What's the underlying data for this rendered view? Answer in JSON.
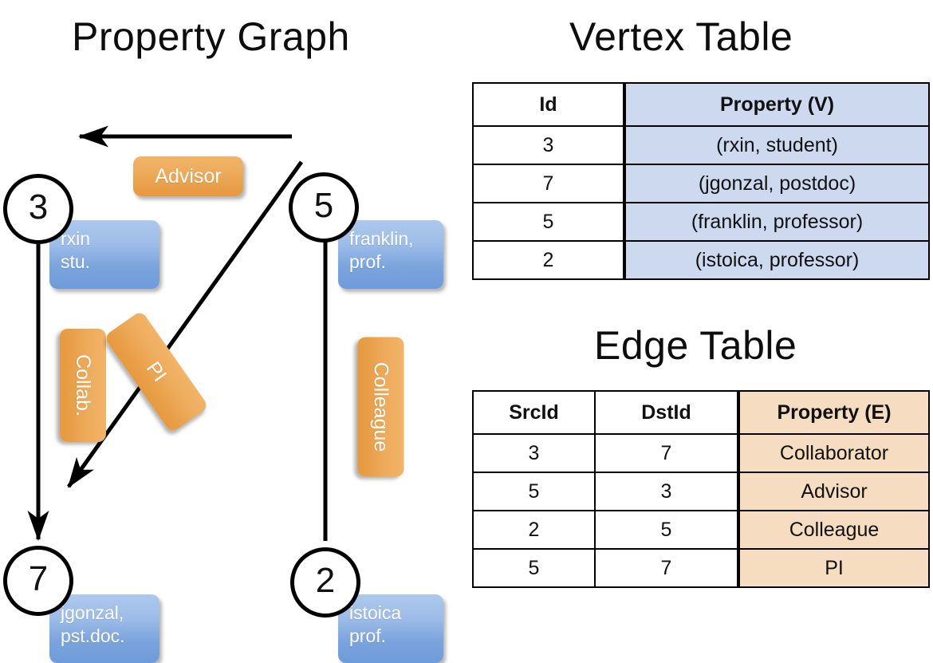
{
  "titles": {
    "property_graph": "Property Graph",
    "vertex_table": "Vertex Table",
    "edge_table": "Edge Table"
  },
  "graph": {
    "nodes": [
      {
        "id": "3",
        "name": "node-3",
        "property_lines": [
          "rxin",
          "stu."
        ]
      },
      {
        "id": "5",
        "name": "node-5",
        "property_lines": [
          "franklin,",
          "prof."
        ]
      },
      {
        "id": "7",
        "name": "node-7",
        "property_lines": [
          "jgonzal,",
          "pst.doc."
        ]
      },
      {
        "id": "2",
        "name": "node-2",
        "property_lines": [
          "istoica",
          "prof."
        ]
      }
    ],
    "node_labels": {
      "n3": "3",
      "n5": "5",
      "n7": "7",
      "n2": "2"
    },
    "property_boxes": {
      "rxin_l1": "rxin",
      "rxin_l2": "stu.",
      "franklin_l1": "franklin,",
      "franklin_l2": "prof.",
      "jgonzal_l1": "jgonzal,",
      "jgonzal_l2": "pst.doc.",
      "istoica_l1": "istoica",
      "istoica_l2": "prof."
    },
    "edge_labels": {
      "advisor": "Advisor",
      "collab": "Collab.",
      "pi": "PI",
      "colleague": "Colleague"
    },
    "edges": [
      {
        "from": "5",
        "to": "3",
        "label": "Advisor"
      },
      {
        "from": "3",
        "to": "7",
        "label": "Collab."
      },
      {
        "from": "5",
        "to": "7",
        "label": "PI"
      },
      {
        "from": "2",
        "to": "5",
        "label": "Colleague"
      }
    ]
  },
  "vertex_table": {
    "headers": [
      "Id",
      "Property (V)"
    ],
    "rows": [
      {
        "id": "3",
        "property": "(rxin, student)"
      },
      {
        "id": "7",
        "property": "(jgonzal, postdoc)"
      },
      {
        "id": "5",
        "property": "(franklin, professor)"
      },
      {
        "id": "2",
        "property": "(istoica, professor)"
      }
    ]
  },
  "edge_table": {
    "headers": [
      "SrcId",
      "DstId",
      "Property (E)"
    ],
    "rows": [
      {
        "src": "3",
        "dst": "7",
        "property": "Collaborator"
      },
      {
        "src": "5",
        "dst": "3",
        "property": "Advisor"
      },
      {
        "src": "2",
        "dst": "5",
        "property": "Colleague"
      },
      {
        "src": "5",
        "dst": "7",
        "property": "PI"
      }
    ]
  },
  "colors": {
    "vertex_property_fill": "#ccd9ef",
    "edge_property_fill": "#f6ddc2",
    "node_box_blue": "#7ba4dd",
    "edge_label_orange": "#eeab5c",
    "stroke": "#000000",
    "background": "#ffffff"
  }
}
